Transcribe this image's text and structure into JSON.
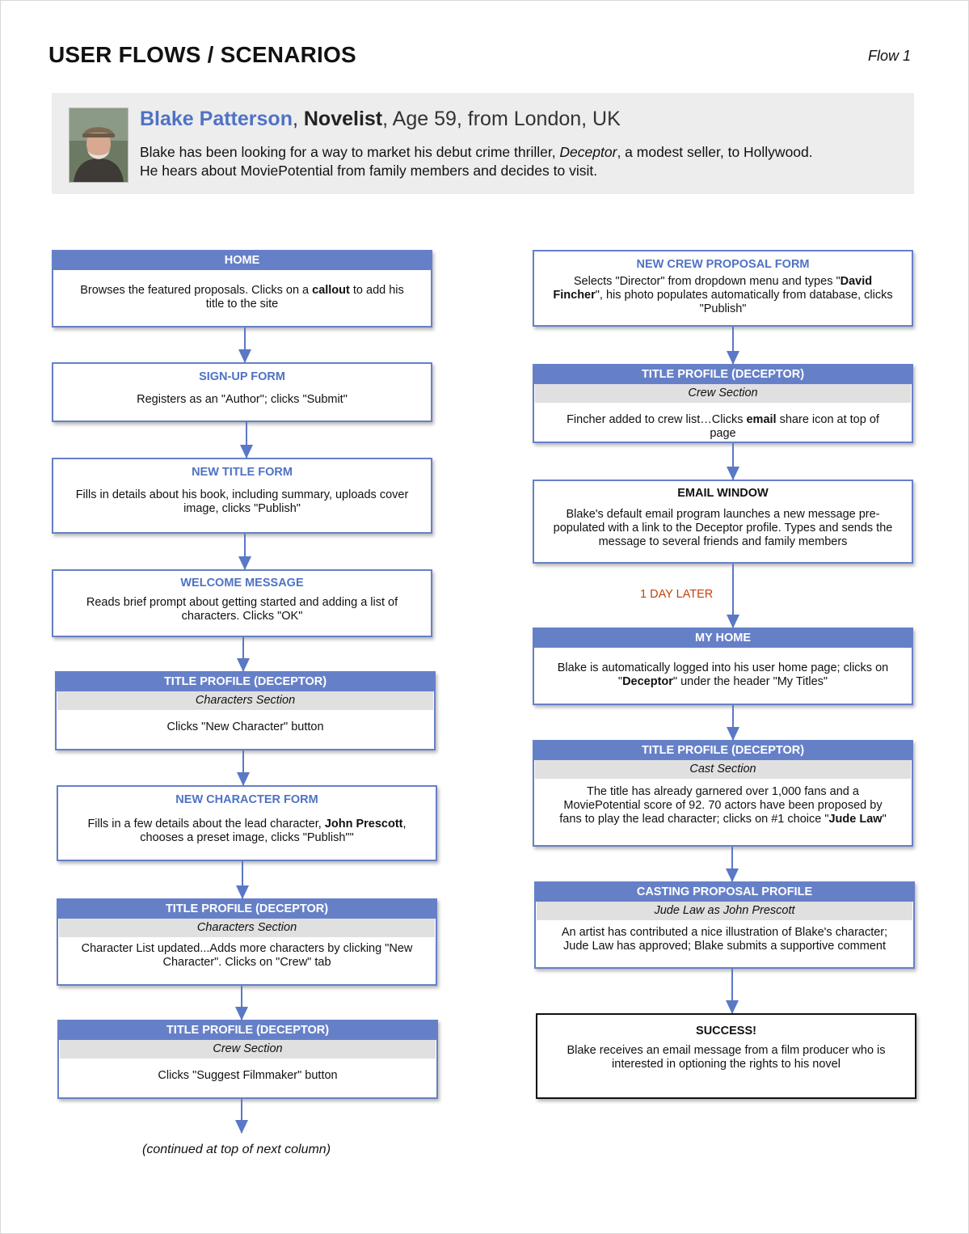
{
  "header": {
    "title": "USER FLOWS / SCENARIOS",
    "flow_label": "Flow 1"
  },
  "persona": {
    "name": "Blake Patterson",
    "role": "Novelist",
    "details": ", Age 59, from London, UK",
    "line1_before": "Blake has been looking for a way to market his debut crime thriller, ",
    "line1_book": "Deceptor",
    "line1_after": ", a modest seller, to Hollywood.",
    "line2": "He hears about MoviePotential from family members and decides to visit."
  },
  "left_column": [
    {
      "title": "HOME",
      "parts": [
        "Browses the featured proposals. Clicks on a ",
        "callout",
        " to add his title to the site"
      ]
    },
    {
      "title": "SIGN-UP FORM",
      "text": "Registers as an \"Author\"; clicks \"Submit\""
    },
    {
      "title": "NEW TITLE FORM",
      "text": "Fills in details about his book, including summary, uploads cover image, clicks \"Publish\""
    },
    {
      "title": "WELCOME MESSAGE",
      "text": "Reads brief prompt about getting started and adding a list of characters. Clicks \"OK\""
    },
    {
      "title": "TITLE PROFILE (DECEPTOR)",
      "section": "Characters Section",
      "text": "Clicks \"New Character\" button"
    },
    {
      "title": "NEW CHARACTER FORM",
      "parts": [
        "Fills in a few details about the lead character, ",
        "John Prescott",
        ", chooses a preset image, clicks \"Publish\"\""
      ]
    },
    {
      "title": "TITLE PROFILE (DECEPTOR)",
      "section": "Characters Section",
      "text": "Character List updated...Adds more characters by clicking \"New Character\". Clicks on \"Crew\" tab"
    },
    {
      "title": "TITLE PROFILE (DECEPTOR)",
      "section": "Crew Section",
      "text": "Clicks \"Suggest Filmmaker\" button"
    }
  ],
  "continued_note": "(continued at top of next column)",
  "right_column": [
    {
      "title": "NEW CREW PROPOSAL FORM",
      "parts": [
        "Selects \"Director\" from dropdown menu and types \"",
        "David Fincher",
        "\", his photo populates automatically from database, clicks \"Publish\""
      ]
    },
    {
      "title": "TITLE PROFILE (DECEPTOR)",
      "section": "Crew Section",
      "parts": [
        "Fincher added to crew list…Clicks ",
        "email",
        " share icon at top of page"
      ]
    },
    {
      "title": "EMAIL WINDOW",
      "text": "Blake's default email program launches a new message pre-populated with a link to the Deceptor profile. Types and sends the message to several friends and family members"
    },
    {
      "title": "MY HOME",
      "parts": [
        "Blake is automatically logged into his user home page; clicks on \"",
        "Deceptor",
        "\" under the header \"My Titles\""
      ]
    },
    {
      "title": "TITLE PROFILE (DECEPTOR)",
      "section": "Cast Section",
      "parts": [
        "The title has already garnered over 1,000 fans and a MoviePotential score of 92. 70 actors have been proposed by fans to play the lead character; clicks on #1 choice \"",
        "Jude Law",
        "\""
      ]
    },
    {
      "title": "CASTING PROPOSAL PROFILE",
      "section": "Jude Law as John Prescott",
      "text": "An artist has contributed a nice illustration of Blake's character; Jude Law has approved; Blake submits a supportive comment"
    },
    {
      "title": "SUCCESS!",
      "text": "Blake receives an email message from a film producer who is interested in optioning the rights to his novel"
    }
  ],
  "time_note": "1 DAY LATER",
  "colors": {
    "accent": "#6680c8",
    "link": "#4f72c4",
    "time_note": "#c2410c",
    "section_bg": "#e0e0e0"
  }
}
